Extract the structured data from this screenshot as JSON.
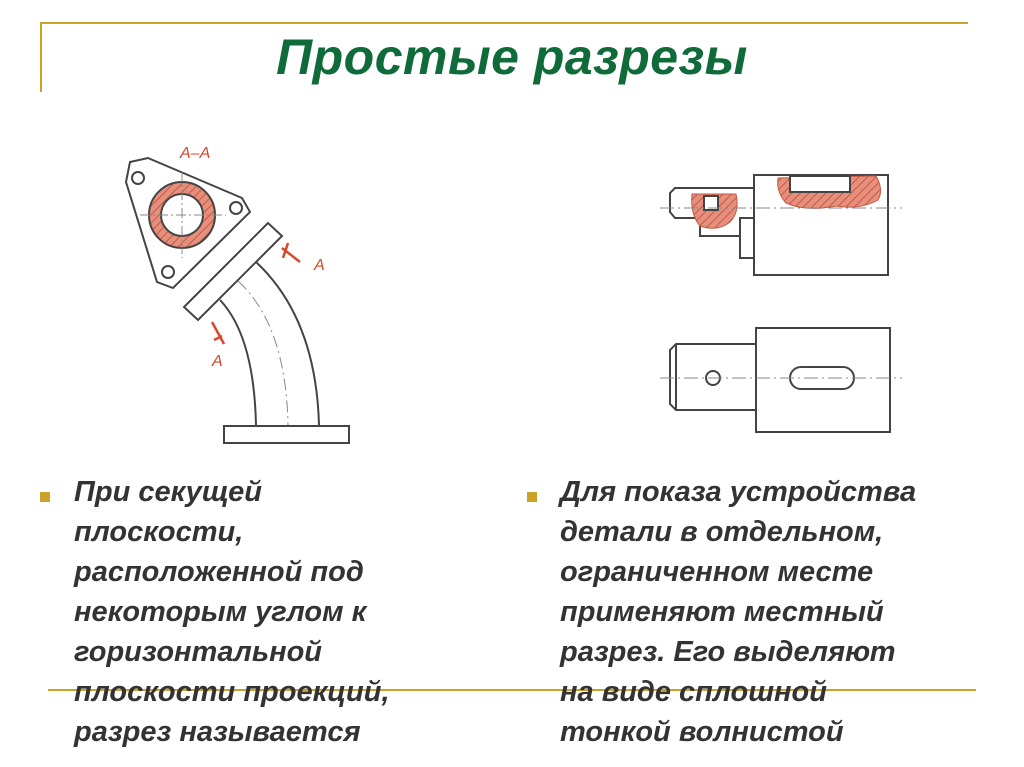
{
  "title": "Простые разрезы",
  "left_drawing": {
    "section_label": "А–А",
    "cut_label_upper": "А",
    "cut_label_lower": "А"
  },
  "bullets": [
    {
      "text": "При секущей\nплоскости,\nрасположенной под\nнекоторым углом к\nгоризонтальной\nплоскости проекций,\nразрез называется"
    },
    {
      "text": "Для показа устройства\nдетали в отдельном,\nограниченном месте\nприменяют местный\nразрез. Его выделяют\nна виде сплошной\nтонкой волнистой"
    }
  ],
  "colors": {
    "accent": "#c9a227",
    "title": "#0f6b39",
    "hatch": "#d9735e",
    "text": "#333333"
  }
}
